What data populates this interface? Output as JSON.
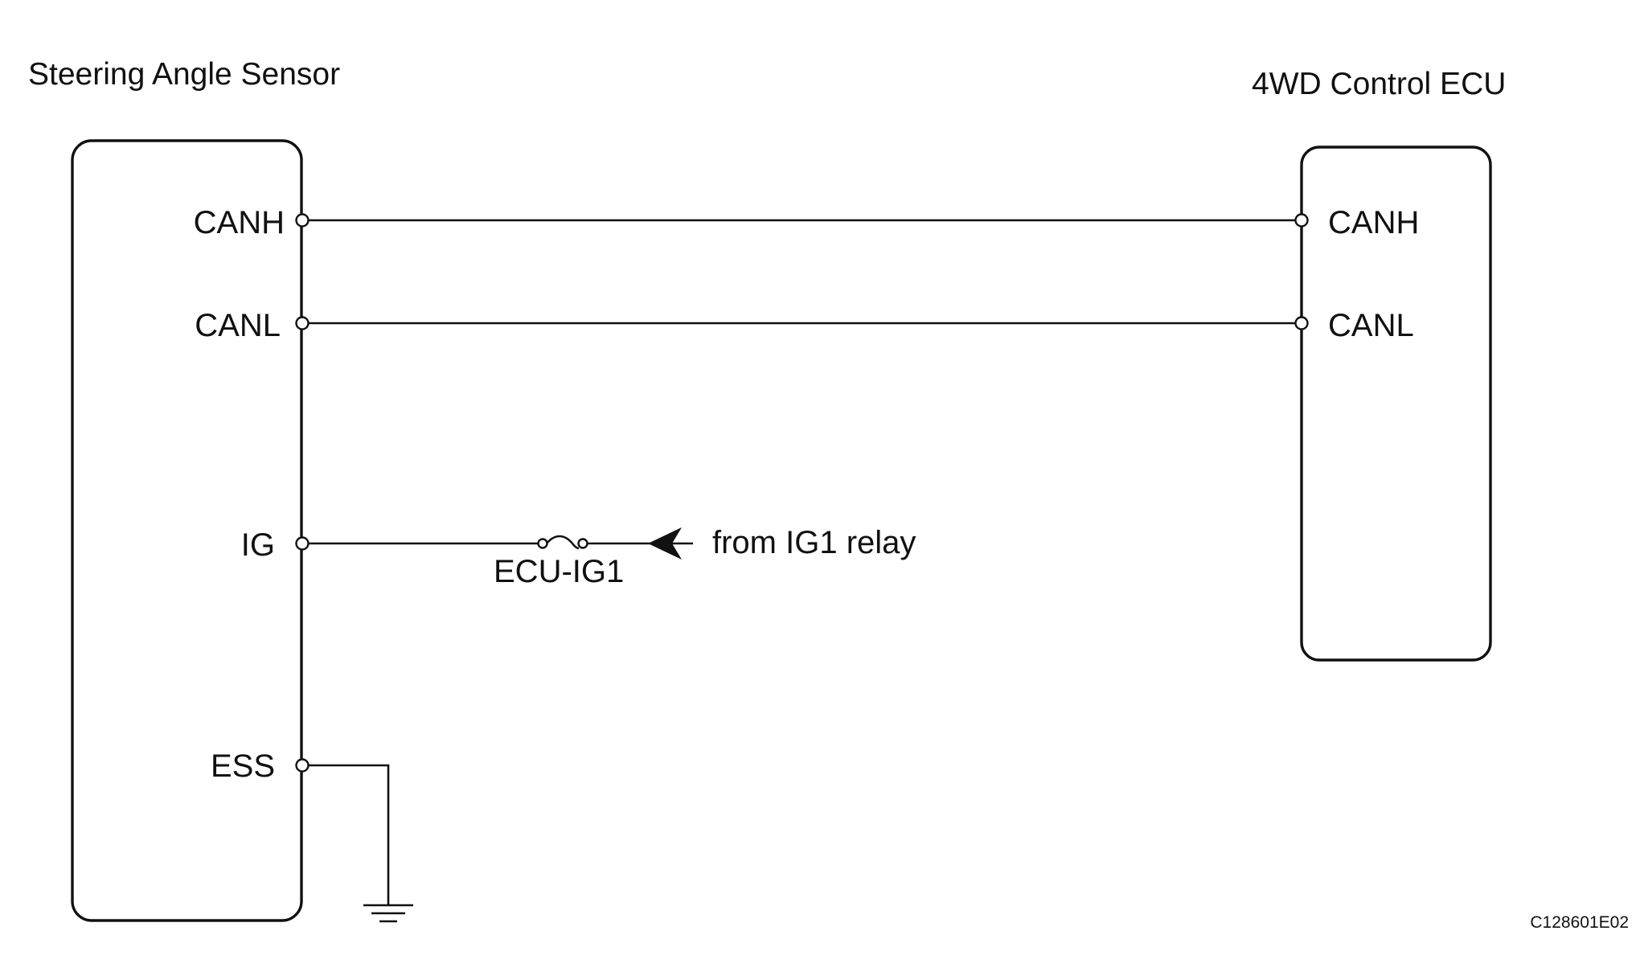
{
  "diagram": {
    "left_component": {
      "title": "Steering Angle Sensor",
      "pins": {
        "canh": "CANH",
        "canl": "CANL",
        "ig": "IG",
        "ess": "ESS"
      }
    },
    "right_component": {
      "title": "4WD Control ECU",
      "pins": {
        "canh": "CANH",
        "canl": "CANL"
      }
    },
    "fuse_label": "ECU-IG1",
    "power_source_label": "from IG1 relay",
    "figure_code": "C128601E02"
  }
}
